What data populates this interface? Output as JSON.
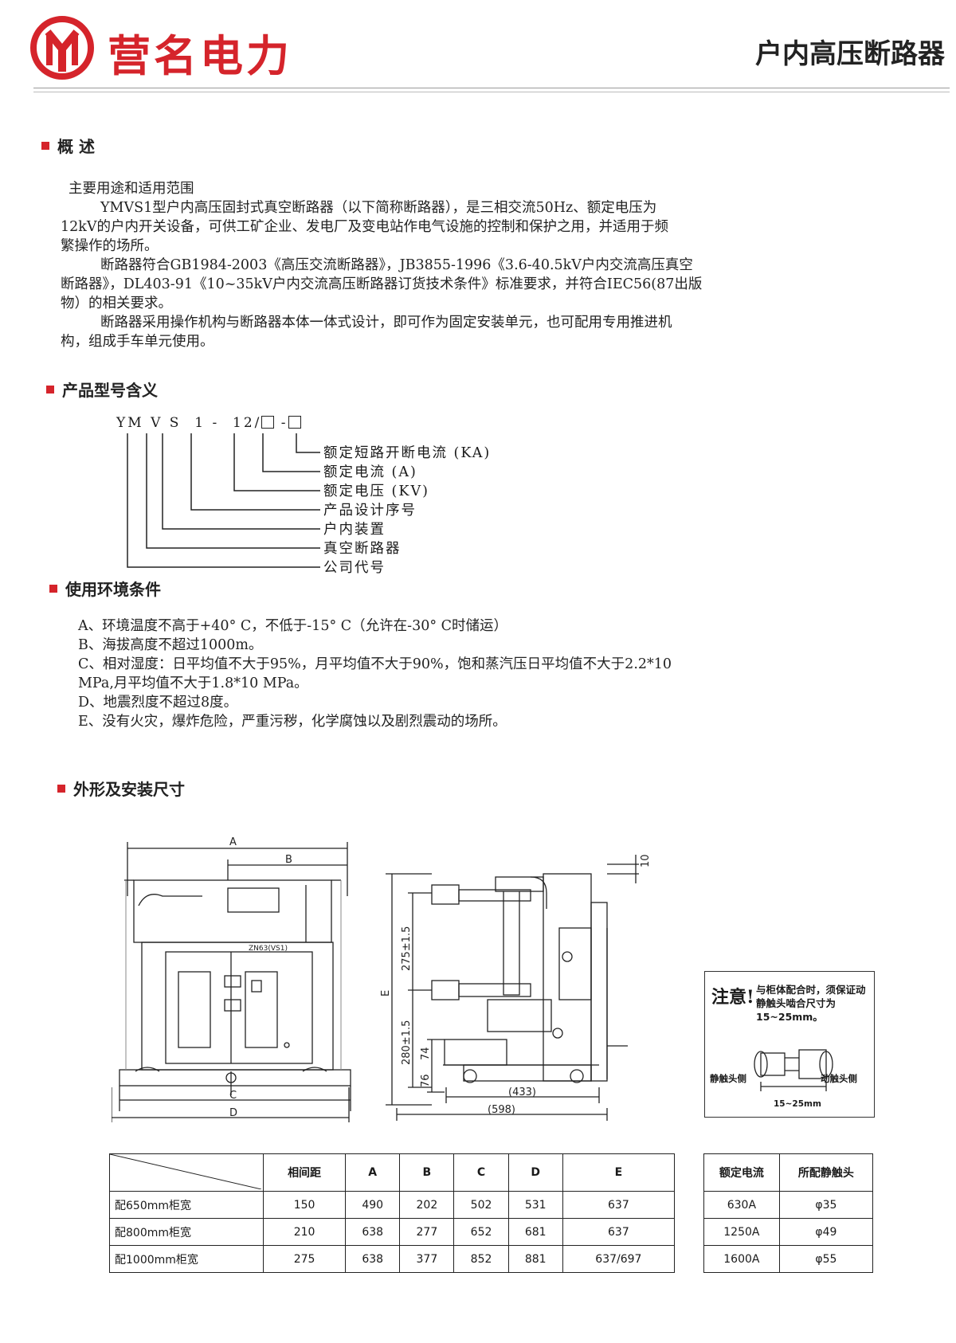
{
  "header": {
    "brand": "营名电力",
    "doc_title": "户内高压断路器"
  },
  "overview": {
    "heading": "概 述",
    "lines": [
      "主要用途和适用范围",
      "YMVS1型户内高压固封式真空断路器（以下简称断路器），是三相交流50Hz、额定电压为",
      "12kV的户内开关设备，可供工矿企业、发电厂及变电站作电气设施的控制和保护之用，并适用于频",
      "繁操作的场所。",
      "断路器符合GB1984-2003《高压交流断路器》，JB3855-1996《3.6-40.5kV户内交流高压真空",
      "断路器》，DL403-91《10~35kV户内交流高压断路器订货技术条件》标准要求，并符合IEC56(87出版",
      "物）的相关要求。",
      "断路器采用操作机构与断路器本体一体式设计，即可作为固定安装单元，也可配用专用推进机",
      "构，组成手车单元使用。"
    ]
  },
  "model_meaning": {
    "heading": "产品型号含义",
    "code_parts": [
      "Y",
      "M",
      "V",
      "S",
      "1",
      "-",
      "12/",
      "-"
    ],
    "labels": [
      "额定短路开断电流 (KA)",
      "额定电流 (A)",
      "额定电压 (KV)",
      "产品设计序号",
      "户内装置",
      "真空断路器",
      "公司代号"
    ]
  },
  "environment": {
    "heading": "使用环境条件",
    "lines": [
      "A、环境温度不高于+40° C，不低于-15° C（允许在-30° C时储运）",
      "B、海拔高度不超过1000m。",
      "C、相对湿度：日平均值不大于95%，月平均值不大于90%，饱和蒸汽压日平均值不大于2.2*10",
      "MPa,月平均值不大于1.8*10 MPa。",
      "D、地震烈度不超过8度。",
      "E、没有火灾，爆炸危险，严重污秽，化学腐蚀以及剧烈震动的场所。"
    ]
  },
  "dimensions": {
    "heading": "外形及安装尺寸",
    "drawing_labels": {
      "A": "A",
      "B": "B",
      "C": "C",
      "D": "D",
      "E": "E",
      "nameplate": "ZN63(VS1)",
      "top_gap": "10",
      "upper_pitch": "275±1.5",
      "lower_pitch": "280±1.5",
      "d74": "74",
      "d76": "76",
      "d433": "(433)",
      "d598": "(598)"
    },
    "note": {
      "title": "注意!",
      "text": "与柜体配合时，须保证动静触头啮合尺寸为15~25mm。",
      "static_side": "静触头侧",
      "moving_side": "动触头侧",
      "range": "15~25mm"
    },
    "table": {
      "header": [
        "相间距",
        "A",
        "B",
        "C",
        "D",
        "E"
      ],
      "rows": [
        {
          "label": "配650mm柜宽",
          "values": [
            "150",
            "490",
            "202",
            "502",
            "531",
            "637"
          ]
        },
        {
          "label": "配800mm柜宽",
          "values": [
            "210",
            "638",
            "277",
            "652",
            "681",
            "637"
          ]
        },
        {
          "label": "配1000mm柜宽",
          "values": [
            "275",
            "638",
            "377",
            "852",
            "881",
            "637/697"
          ]
        }
      ]
    },
    "current_table": {
      "header": [
        "额定电流",
        "所配静触头"
      ],
      "rows": [
        [
          "630A",
          "φ35"
        ],
        [
          "1250A",
          "φ49"
        ],
        [
          "1600A",
          "φ55"
        ]
      ]
    }
  },
  "colors": {
    "brand_red": "#d5242b",
    "text": "#222222"
  }
}
